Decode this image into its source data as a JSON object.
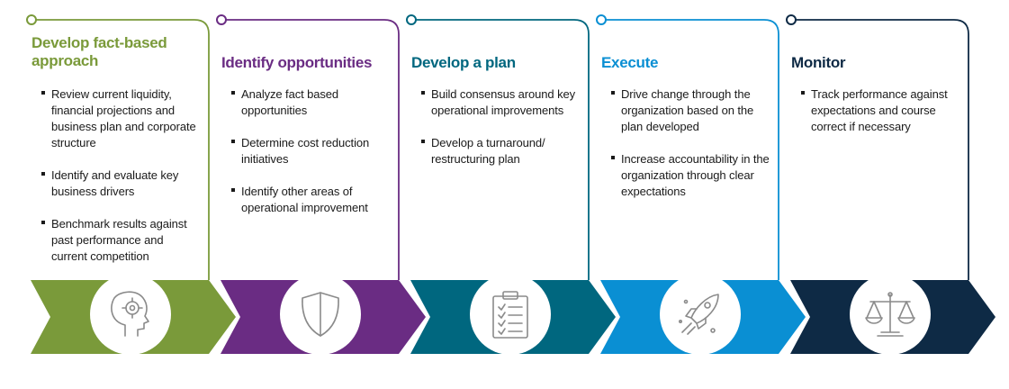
{
  "stages": [
    {
      "title": "Develop fact-based approach",
      "color": "#7a9a3a",
      "icon": "head-target-icon",
      "bullets": [
        "Review current liquidity, financial projections and business plan and corporate structure",
        "Identify and evaluate key business drivers",
        "Benchmark results against past performance and current competition"
      ]
    },
    {
      "title": "Identify opportunities",
      "color": "#6a2c83",
      "icon": "shield-icon",
      "bullets": [
        "Analyze fact based opportunities",
        "Determine cost reduction initiatives",
        "Identify other areas of operational improvement"
      ]
    },
    {
      "title": "Develop a plan",
      "color": "#00677f",
      "icon": "clipboard-checklist-icon",
      "bullets": [
        "Build consensus around key operational improvements",
        "Develop a turnaround/ restructuring plan"
      ]
    },
    {
      "title": "Execute",
      "color": "#0a8fd3",
      "icon": "rocket-icon",
      "bullets": [
        "Drive change through the organization based on the plan developed",
        "Increase accountability in the organization through clear expectations"
      ]
    },
    {
      "title": "Monitor",
      "color": "#0e2a45",
      "icon": "scales-icon",
      "bullets": [
        "Track performance against expectations and course correct if necessary"
      ]
    }
  ]
}
